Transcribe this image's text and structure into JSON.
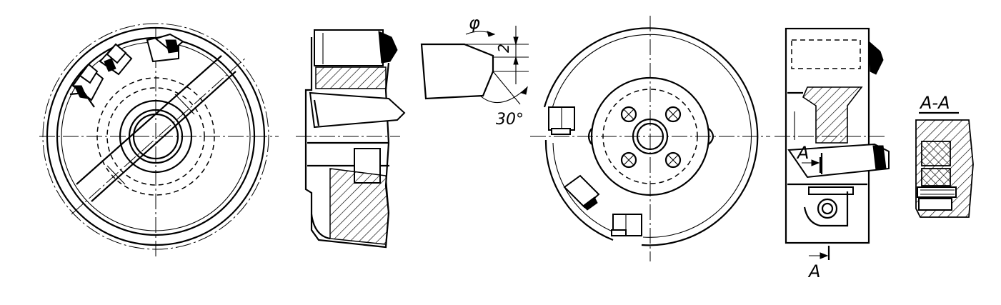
{
  "labels": {
    "angle_phi": "φ",
    "dim_two": "2",
    "angle_thirty": "30°",
    "section_marker_upper": "A",
    "section_marker_lower": "A",
    "section_title": "A-A"
  },
  "colors": {
    "line": "#000000",
    "background": "#ffffff",
    "hatch": "#000000"
  }
}
